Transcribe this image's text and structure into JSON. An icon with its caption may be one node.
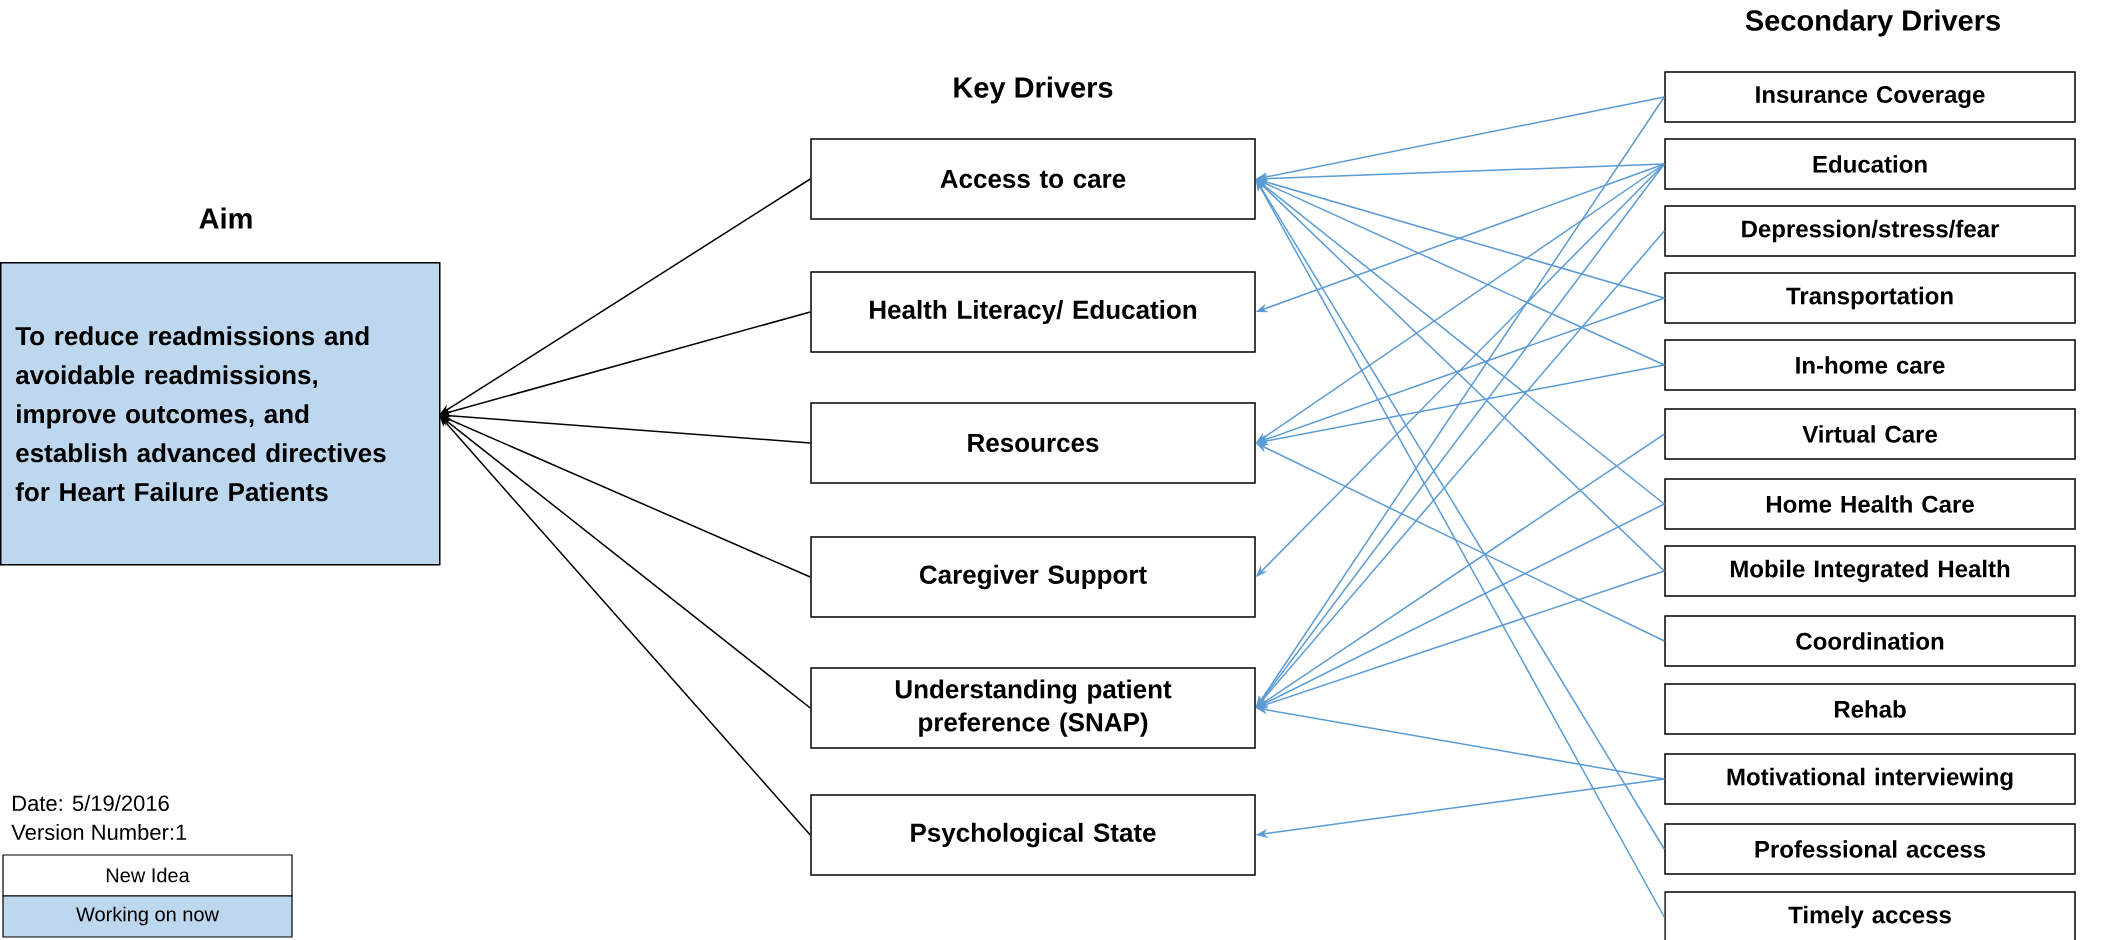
{
  "diagram": {
    "nodes": [
      {
        "text": [
          "Aim",
          "To reduce readmissions and avoidable readmissions, improve outcomes, and establish advanced directives for Heart Failure Patients"
        ]
      },
      {
        "text": [
          "Access to care"
        ]
      },
      {
        "text": [
          "Health Literacy/ Education"
        ]
      },
      {
        "text": [
          "Resources"
        ]
      },
      {
        "text": [
          "Caregiver Support"
        ]
      },
      {
        "text": [
          "Understanding patient preference (SNAP)"
        ]
      },
      {
        "text": [
          "Psychological State"
        ]
      },
      {
        "text": [
          "Insurance Coverage"
        ]
      },
      {
        "text": [
          "Education"
        ]
      },
      {
        "text": [
          "Depression/stress/fear"
        ]
      },
      {
        "text": [
          "Transportation"
        ]
      },
      {
        "text": [
          "In-home care"
        ]
      },
      {
        "text": [
          "Virtual Care"
        ]
      },
      {
        "text": [
          "Home Health Care"
        ]
      },
      {
        "text": [
          "Mobile Integrated Health"
        ]
      },
      {
        "text": [
          "Coordination"
        ]
      },
      {
        "text": [
          "Rehab"
        ]
      },
      {
        "text": [
          "Motivational interviewing"
        ]
      },
      {
        "text": [
          "Professional access"
        ]
      },
      {
        "text": [
          "Timely access"
        ]
      }
    ],
    "edges": [
      {
        "from": 1,
        "to": 0,
        "arrow": "to",
        "color": "#000000"
      },
      {
        "from": 2,
        "to": 0,
        "arrow": "to",
        "color": "#000000"
      },
      {
        "from": 3,
        "to": 0,
        "arrow": "to",
        "color": "#000000"
      },
      {
        "from": 4,
        "to": 0,
        "arrow": "to",
        "color": "#000000"
      },
      {
        "from": 5,
        "to": 0,
        "arrow": "to",
        "color": "#000000"
      },
      {
        "from": 6,
        "to": 0,
        "arrow": "to",
        "color": "#000000"
      },
      {
        "from": 7,
        "to": 1,
        "arrow": "to"
      },
      {
        "from": 8,
        "to": 1,
        "arrow": "to"
      },
      {
        "from": 10,
        "to": 1,
        "arrow": "to"
      },
      {
        "from": 11,
        "to": 1,
        "arrow": "to"
      },
      {
        "from": 13,
        "to": 1,
        "arrow": "to"
      },
      {
        "from": 14,
        "to": 1,
        "arrow": "to"
      },
      {
        "from": 18,
        "to": 1,
        "arrow": "to"
      },
      {
        "from": 19,
        "to": 1,
        "arrow": "to"
      },
      {
        "from": 8,
        "to": 2,
        "arrow": "to"
      },
      {
        "from": 8,
        "to": 3,
        "arrow": "to"
      },
      {
        "from": 10,
        "to": 3,
        "arrow": "to"
      },
      {
        "from": 11,
        "to": 3,
        "arrow": "to"
      },
      {
        "from": 15,
        "to": 3,
        "arrow": "to"
      },
      {
        "from": 8,
        "to": 4,
        "arrow": "to"
      },
      {
        "from": 7,
        "to": 5,
        "arrow": "to"
      },
      {
        "from": 8,
        "to": 5,
        "arrow": "to"
      },
      {
        "from": 9,
        "to": 5,
        "arrow": "to"
      },
      {
        "from": 12,
        "to": 5,
        "arrow": "to"
      },
      {
        "from": 13,
        "to": 5,
        "arrow": "to"
      },
      {
        "from": 14,
        "to": 5,
        "arrow": "to"
      },
      {
        "from": 17,
        "to": 5,
        "arrow": "to"
      },
      {
        "from": 17,
        "to": 6,
        "arrow": "to"
      }
    ],
    "labels": [
      "Key Drivers",
      "Secondary Drivers",
      "Date:  5/19/2016",
      "Version Number:1"
    ],
    "legend": [
      {
        "text": "New Idea"
      },
      {
        "text": "Working on now",
        "color": "#bdd7ee"
      }
    ]
  }
}
